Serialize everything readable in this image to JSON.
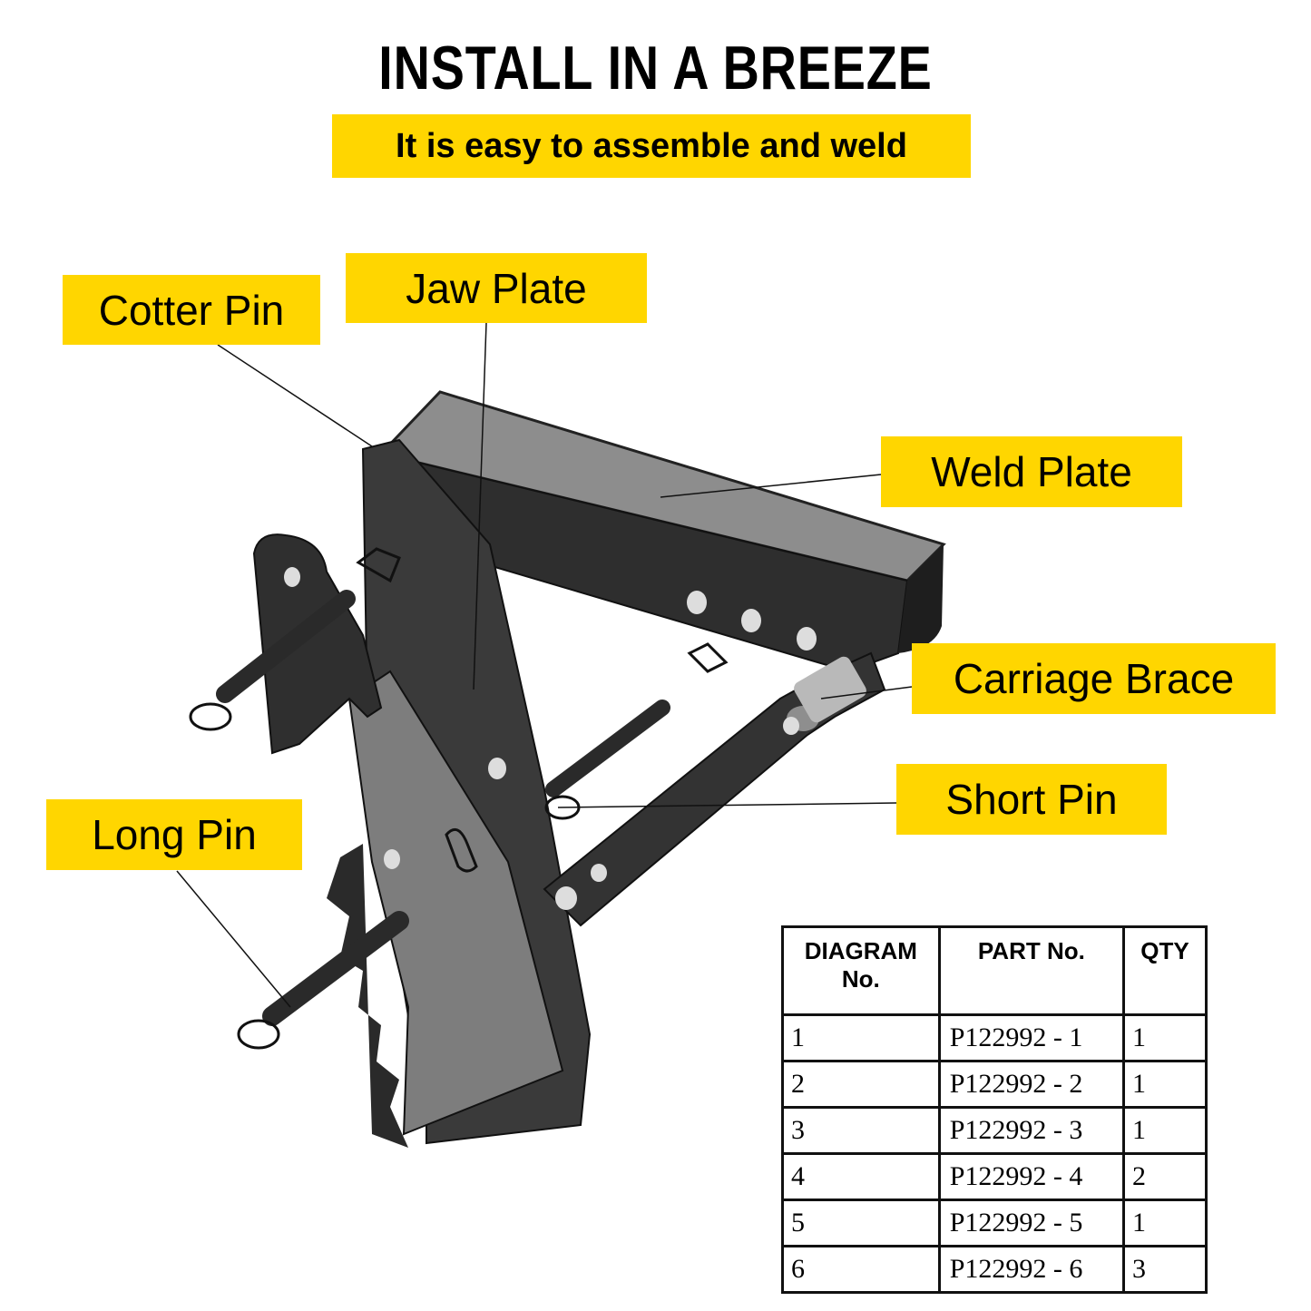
{
  "header": {
    "title": "INSTALL IN A BREEZE",
    "subtitle": "It is easy to assemble and weld"
  },
  "colors": {
    "label_background": "#FFD600",
    "text": "#000000",
    "part_dark": "#2b2b2b",
    "part_mid": "#6e6e6e",
    "part_light": "#9a9a9a"
  },
  "labels": {
    "cotter_pin": "Cotter Pin",
    "jaw_plate": "Jaw Plate",
    "weld_plate": "Weld Plate",
    "carriage_brace": "Carriage Brace",
    "short_pin": "Short Pin",
    "long_pin": "Long Pin"
  },
  "parts_table": {
    "headers": [
      "DIAGRAM No.",
      "PART No.",
      "QTY"
    ],
    "rows": [
      {
        "diagram_no": "1",
        "part_no": "P122992 - 1",
        "qty": "1"
      },
      {
        "diagram_no": "2",
        "part_no": "P122992 - 2",
        "qty": "1"
      },
      {
        "diagram_no": "3",
        "part_no": "P122992 - 3",
        "qty": "1"
      },
      {
        "diagram_no": "4",
        "part_no": "P122992 - 4",
        "qty": "2"
      },
      {
        "diagram_no": "5",
        "part_no": "P122992 - 5",
        "qty": "1"
      },
      {
        "diagram_no": "6",
        "part_no": "P122992 - 6",
        "qty": "3"
      }
    ]
  }
}
